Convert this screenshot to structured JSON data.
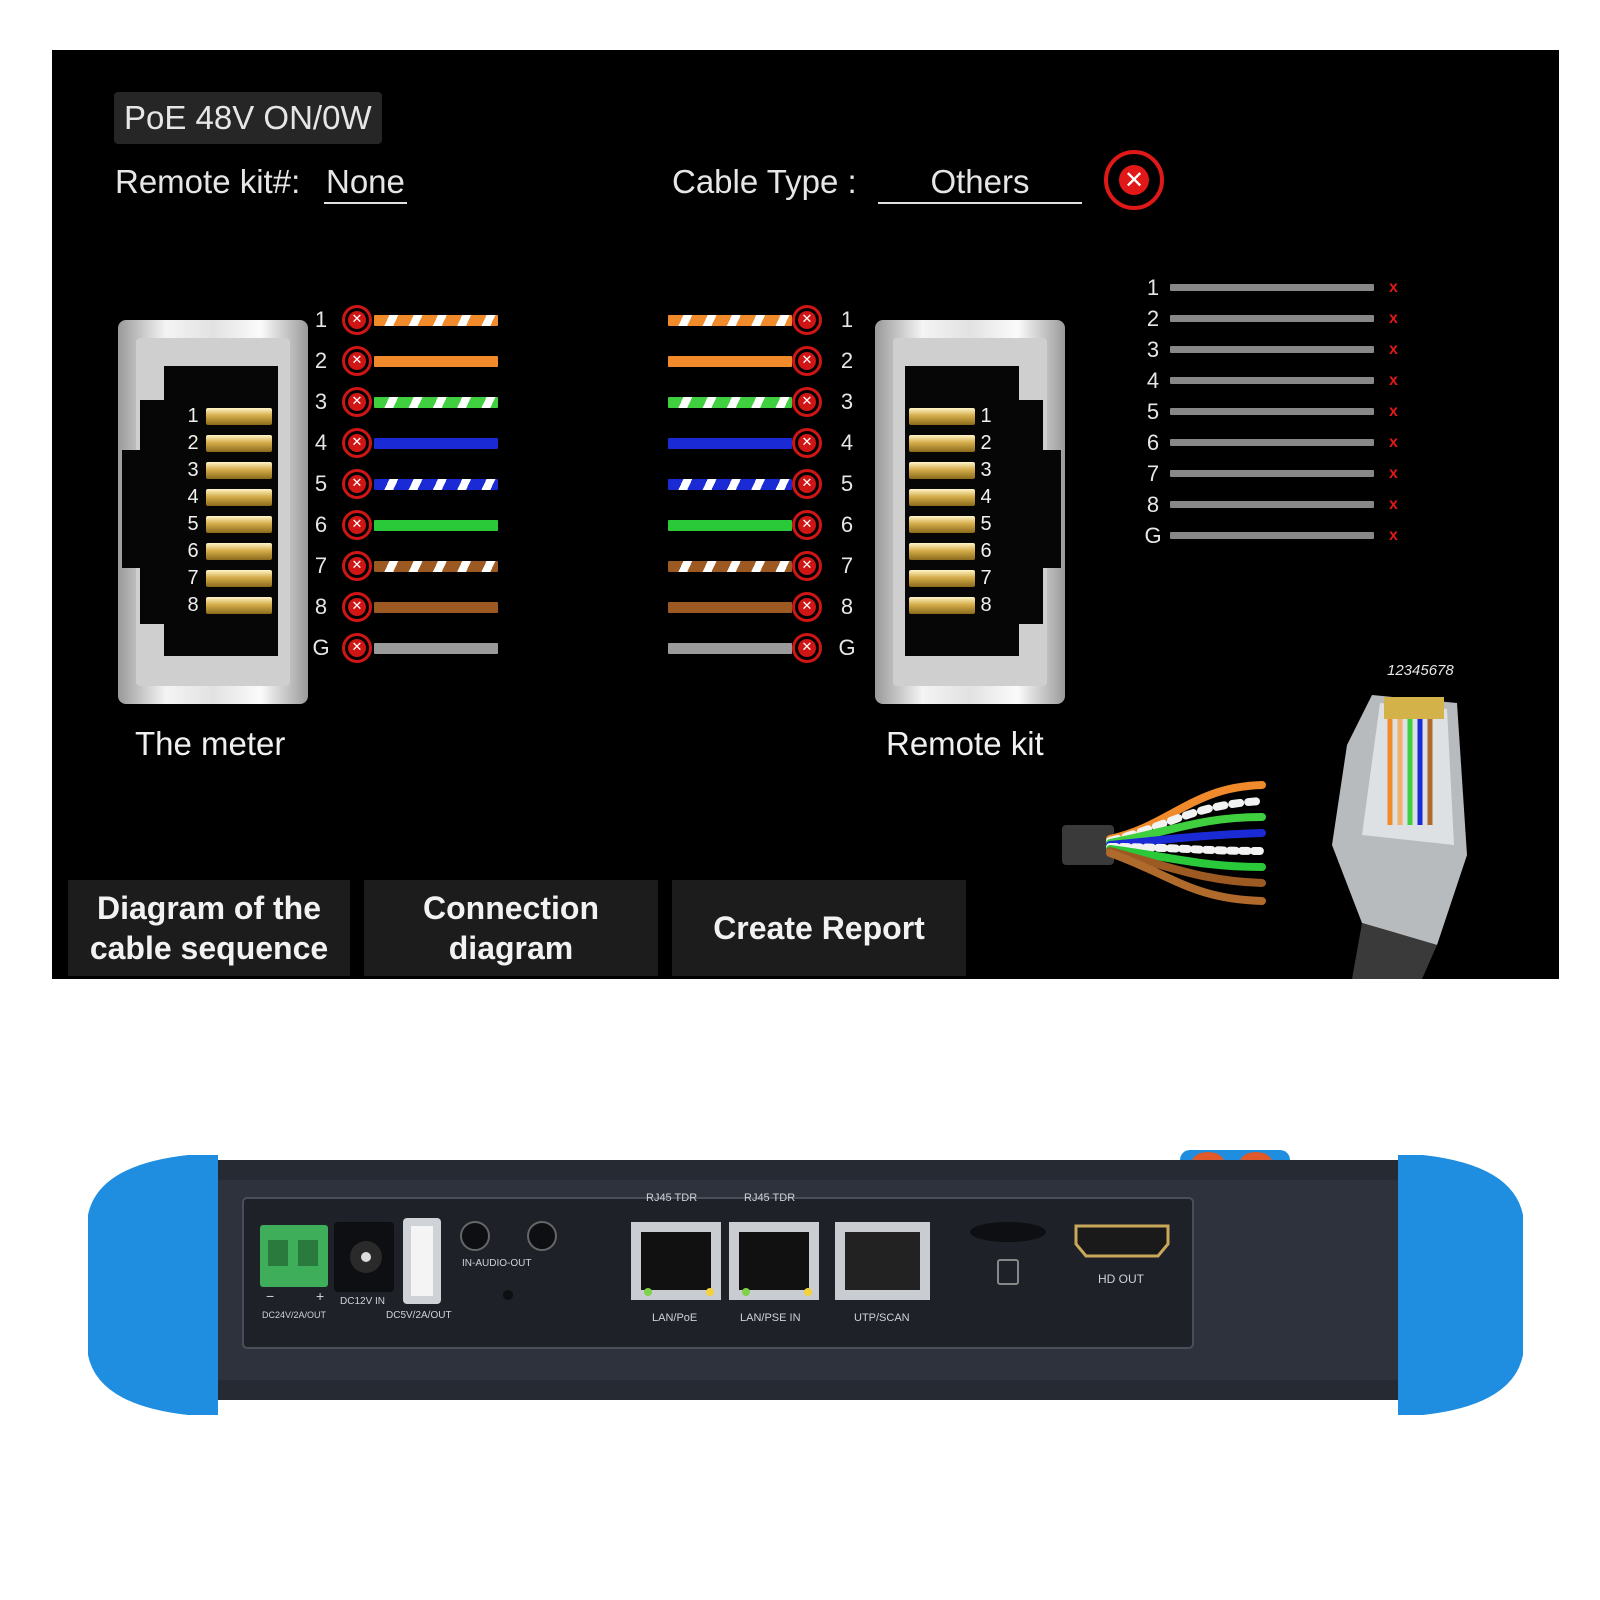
{
  "status": {
    "poe": "PoE 48V ON/0W"
  },
  "remote_kit": {
    "label": "Remote kit#:",
    "value": "None"
  },
  "cable_type": {
    "label": "Cable Type :",
    "value": "Others"
  },
  "result_icon": "error-x-icon",
  "meter": {
    "caption": "The meter",
    "pins": [
      "1",
      "2",
      "3",
      "4",
      "5",
      "6",
      "7",
      "8"
    ],
    "wires": [
      "1",
      "2",
      "3",
      "4",
      "5",
      "6",
      "7",
      "8",
      "G"
    ]
  },
  "remote": {
    "caption": "Remote kit",
    "pins": [
      "1",
      "2",
      "3",
      "4",
      "5",
      "6",
      "7",
      "8"
    ],
    "wires": [
      "1",
      "2",
      "3",
      "4",
      "5",
      "6",
      "7",
      "8",
      "G"
    ]
  },
  "wire_colors": [
    {
      "base": "#f08a2a",
      "stripe": true
    },
    {
      "base": "#f08a2a",
      "stripe": false
    },
    {
      "base": "#3fcf3f",
      "stripe": true
    },
    {
      "base": "#1a2bd6",
      "stripe": false
    },
    {
      "base": "#1a2bd6",
      "stripe": true
    },
    {
      "base": "#29c93a",
      "stripe": false
    },
    {
      "base": "#9c5a22",
      "stripe": true
    },
    {
      "base": "#9c5a22",
      "stripe": false
    },
    {
      "base": "#9a9a9a",
      "stripe": false
    }
  ],
  "shield_check": {
    "items": [
      "1",
      "2",
      "3",
      "4",
      "5",
      "6",
      "7",
      "8",
      "G"
    ],
    "mark": "x"
  },
  "plug_label": "12345678",
  "buttons": [
    {
      "label": "Diagram of the\ncable sequence"
    },
    {
      "label": "Connection\ndiagram"
    },
    {
      "label": "Create Report"
    }
  ],
  "device": {
    "ports": {
      "rj45_tdr_1": "RJ45 TDR",
      "rj45_tdr_2": "RJ45 TDR",
      "lan_poe": "LAN/PoE",
      "lan_pse_in": "LAN/PSE IN",
      "utp_scan": "UTP/SCAN",
      "in_audio_out": "IN-AUDIO-OUT",
      "dc12v_in": "DC12V IN",
      "dc24v": "DC24V/2A/OUT",
      "dc5v": "DC5V/2A/OUT",
      "hd_out": "HD OUT",
      "minus": "−",
      "plus": "+"
    },
    "colors": {
      "bumper": "#1f8de0",
      "body": "#262a33",
      "panel": "#1e2128",
      "terminal": "#3fae5a"
    }
  }
}
